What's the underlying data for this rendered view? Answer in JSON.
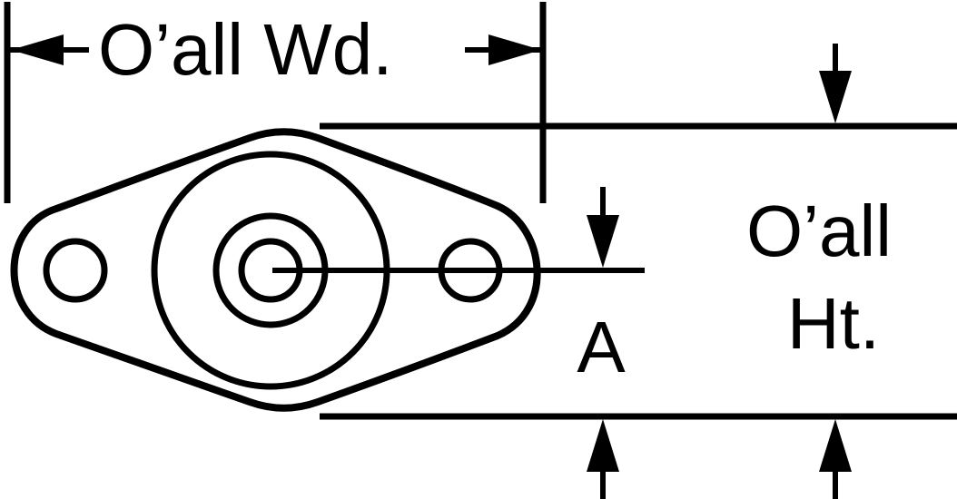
{
  "diagram": {
    "stroke_color": "#000000",
    "background": "#ffffff",
    "labels": {
      "overall_width": "O’all Wd.",
      "overall_height_line1": "O’all",
      "overall_height_line2": "Ht.",
      "dimension_a": "A"
    }
  }
}
